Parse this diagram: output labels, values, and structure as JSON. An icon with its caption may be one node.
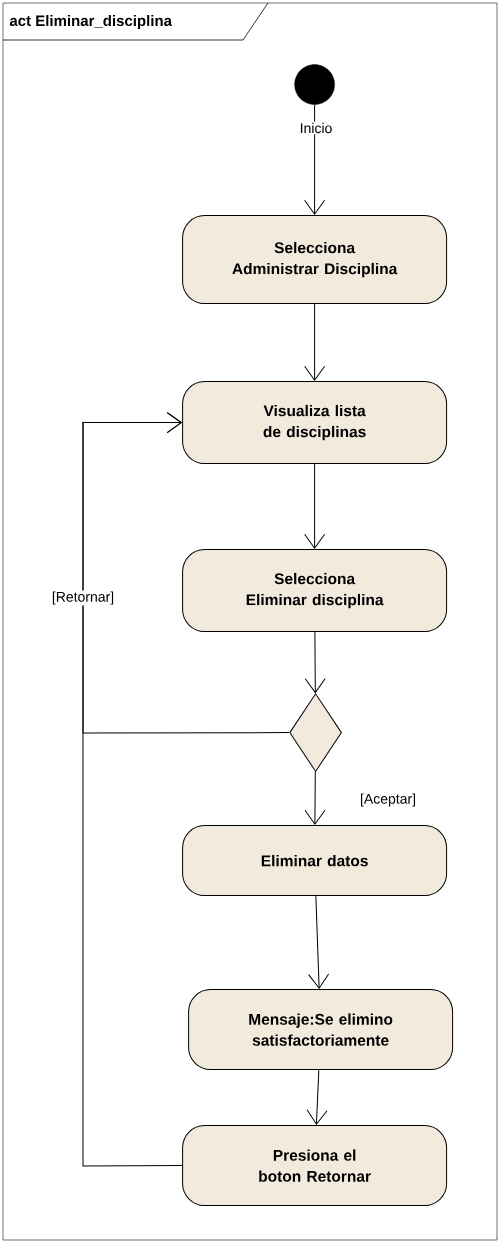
{
  "diagram": {
    "nodes": [
      {
        "text": [
          "act Eliminar_disciplina"
        ]
      },
      {
        "text": [],
        "shape": "circle",
        "in": 0,
        "beside": [
          "Inicio"
        ]
      },
      {
        "text": [
          "Selecciona Administrar Disciplina"
        ],
        "in": 0
      },
      {
        "text": [
          "Visualiza lista de disciplinas"
        ],
        "in": 0
      },
      {
        "text": [
          "Selecciona Eliminar disciplina"
        ],
        "in": 0
      },
      {
        "text": [],
        "shape": "diamond",
        "in": 0
      },
      {
        "text": [
          "Eliminar datos"
        ],
        "in": 0
      },
      {
        "text": [
          "Mensaje:Se elimino satisfactoriamente"
        ],
        "in": 0
      },
      {
        "text": [
          "Presiona el boton Retornar"
        ],
        "in": 0
      }
    ],
    "edges": [
      {
        "from": 1,
        "to": 2,
        "arrow": "to"
      },
      {
        "from": 2,
        "to": 3,
        "arrow": "to"
      },
      {
        "from": 3,
        "to": 4,
        "arrow": "to"
      },
      {
        "from": 4,
        "to": 5,
        "arrow": "to"
      },
      {
        "from": 5,
        "to": 3,
        "arrow": "to",
        "label": "[Retornar]"
      },
      {
        "from": 5,
        "to": 6,
        "arrow": "to",
        "label": "[Aceptar]"
      },
      {
        "from": 6,
        "to": 7,
        "arrow": "to"
      },
      {
        "from": 7,
        "to": 8,
        "arrow": "to"
      },
      {
        "from": 8,
        "to": 3,
        "arrow": "to"
      }
    ]
  }
}
